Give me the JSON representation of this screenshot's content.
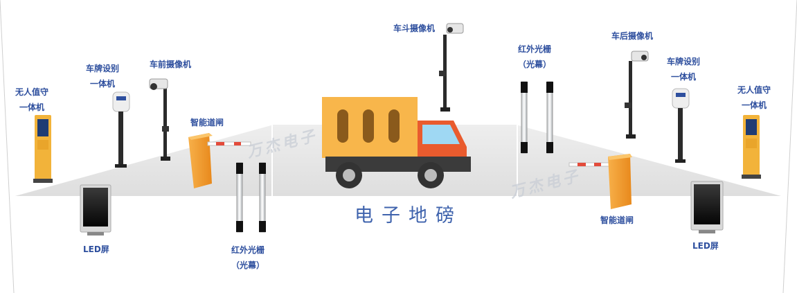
{
  "labels": {
    "kiosk_left": [
      "无人值守",
      "一体机"
    ],
    "plate_left": [
      "车牌设别",
      "一体机"
    ],
    "front_camera": "车前摄像机",
    "barrier_left": "智能道闸",
    "led_left": "LED屏",
    "ir_left": [
      "红外光栅",
      "（光幕）"
    ],
    "bed_camera": "车斗摄像机",
    "ir_right": [
      "红外光栅",
      "（光幕）"
    ],
    "rear_camera": "车后摄像机",
    "plate_right": [
      "车牌设别",
      "一体机"
    ],
    "kiosk_right": [
      "无人值守",
      "一体机"
    ],
    "barrier_right": "智能道闸",
    "led_right": "LED屏"
  },
  "scale_label": "电子地磅",
  "watermark": "万杰电子",
  "colors": {
    "label_blue": "#2e4f9e",
    "floor": "#e5e5e5",
    "truck_box": "#f8b64b",
    "truck_cab": "#e95b2e",
    "barrier": "#f39b24",
    "kiosk": "#f2b33a"
  }
}
